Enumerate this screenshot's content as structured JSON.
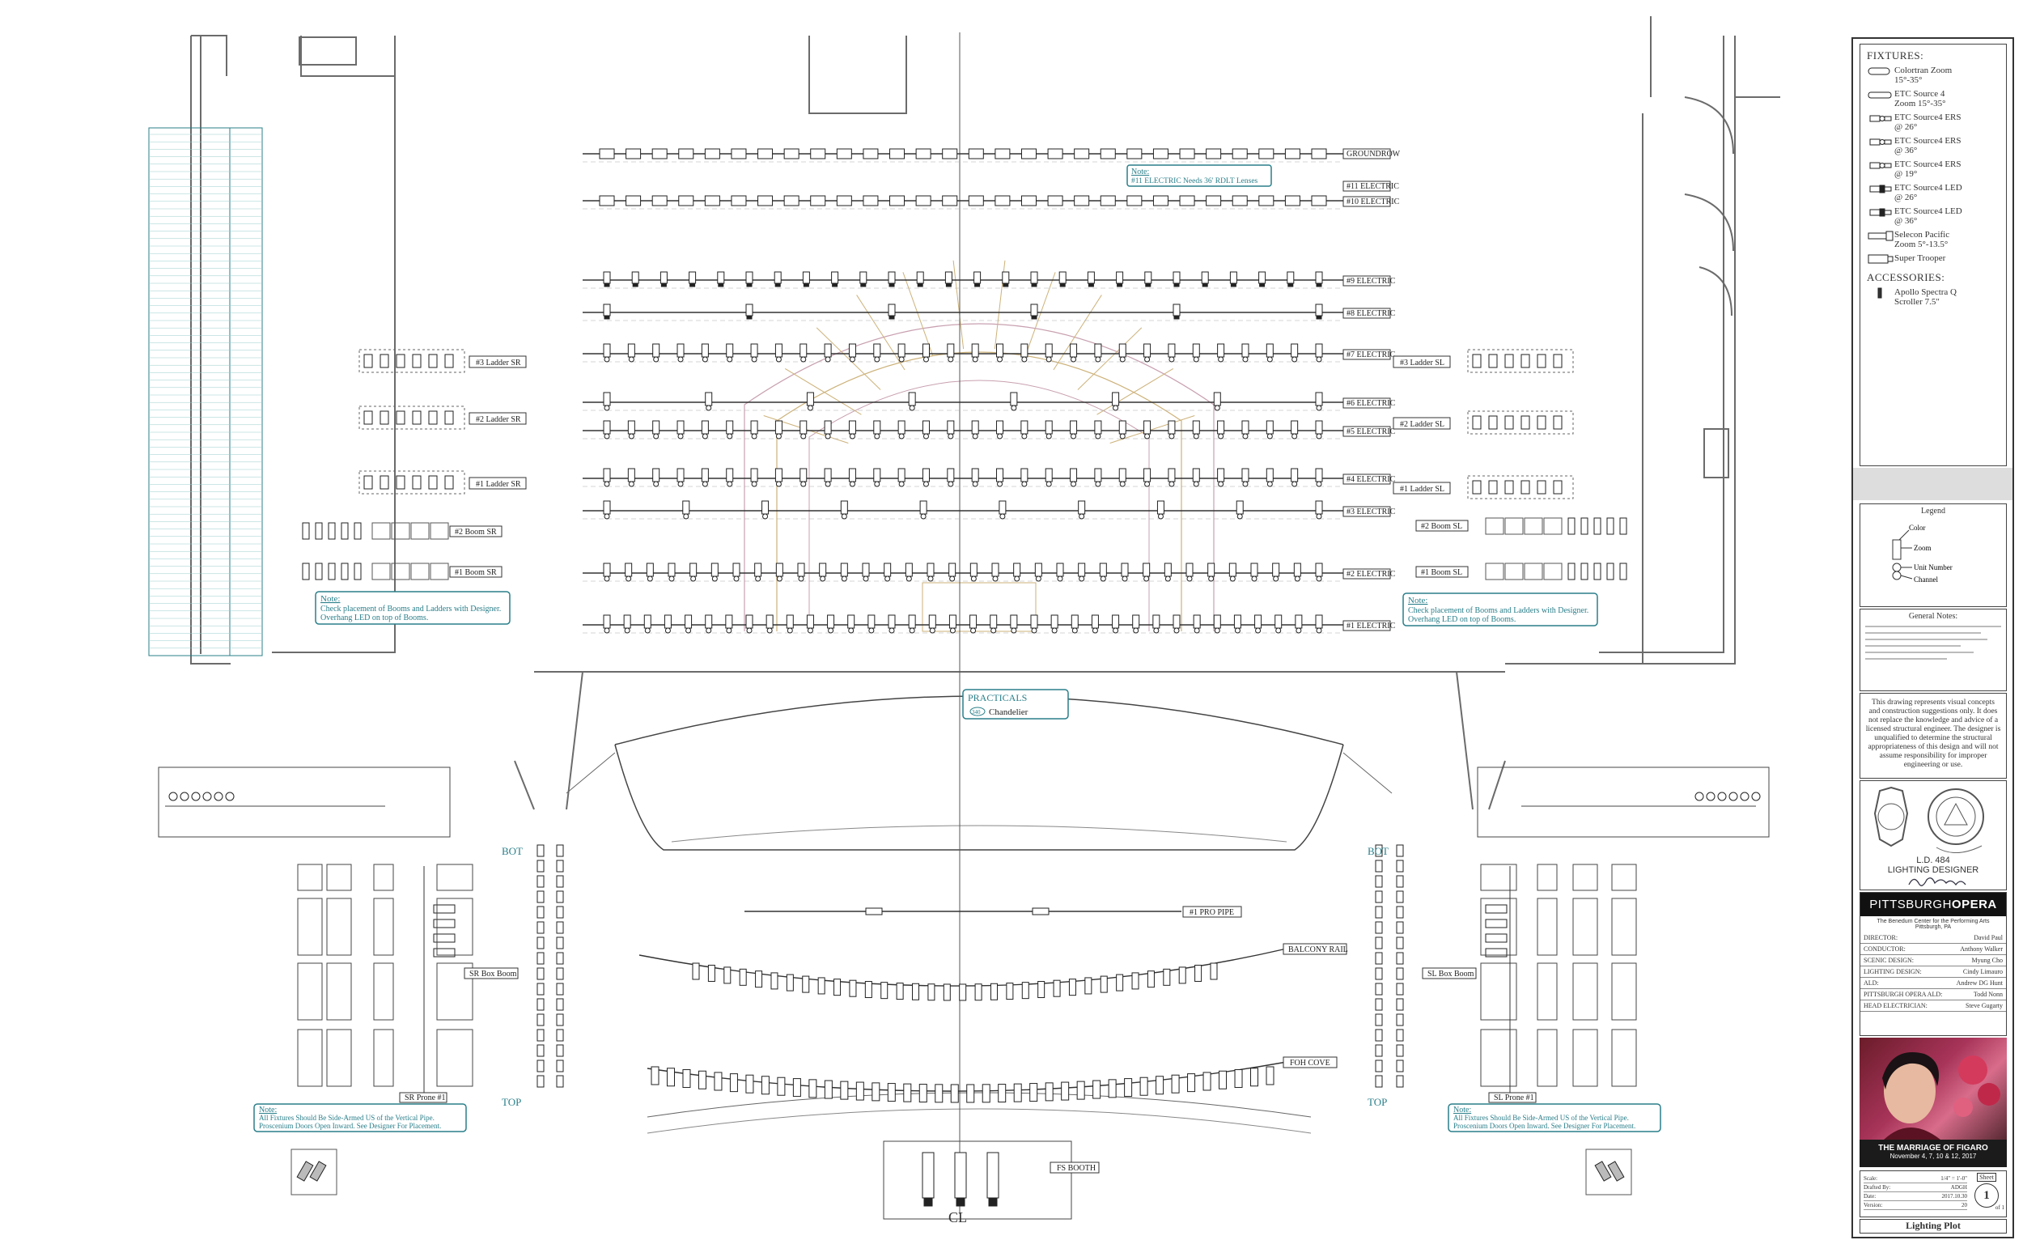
{
  "title_block": {
    "fixtures_heading": "FIXTURES:",
    "fixtures": [
      {
        "icon": "colortran-zoom-icon",
        "label": "Colortran Zoom\n15°-35°"
      },
      {
        "icon": "etc-source4-zoom-icon",
        "label": "ETC Source 4\nZoom 15°-35°"
      },
      {
        "icon": "etc-source4-ers-26-icon",
        "label": "ETC Source4 ERS\n@ 26°"
      },
      {
        "icon": "etc-source4-ers-36-icon",
        "label": "ETC Source4 ERS\n@ 36°"
      },
      {
        "icon": "etc-source4-ers-19-icon",
        "label": "ETC Source4 ERS\n@ 19°"
      },
      {
        "icon": "etc-source4-led-26-icon",
        "label": "ETC Source4 LED\n@ 26°"
      },
      {
        "icon": "etc-source4-led-36-icon",
        "label": "ETC Source4 LED\n@ 36°"
      },
      {
        "icon": "selecon-pacific-icon",
        "label": "Selecon Pacific\nZoom 5°-13.5°"
      },
      {
        "icon": "super-trooper-icon",
        "label": "Super Trooper"
      }
    ],
    "accessories_heading": "ACCESSORIES:",
    "accessories": [
      {
        "icon": "apollo-scroller-icon",
        "label": "Apollo Spectra Q\nScroller 7.5\""
      }
    ],
    "legend_heading": "Legend",
    "legend_items": [
      "Color",
      "Zoom",
      "Unit Number",
      "Channel"
    ],
    "general_notes_heading": "General Notes:",
    "disclaimer": "This drawing represents visual concepts and construction suggestions only. It does not replace the knowledge and advice of a licensed structural engineer. The designer is unqualified to determine the structural appropriateness of this design and will not assume responsibility for improper engineering or use.",
    "ld_number": "L.D. 484",
    "ld_role": "LIGHTING DESIGNER",
    "company": "PITTSBURGH OPERA",
    "company_part1": "PITTSBURGH",
    "company_part2": "OPERA",
    "venue": "The Benedum Center for the Performing Arts\nPittsburgh, PA",
    "credits": [
      {
        "role": "DIRECTOR:",
        "name": "David Paul"
      },
      {
        "role": "CONDUCTOR:",
        "name": "Anthony Walker"
      },
      {
        "role": "SCENIC DESIGN:",
        "name": "Myung Cho"
      },
      {
        "role": "LIGHTING DESIGN:",
        "name": "Cindy Limauro"
      },
      {
        "role": "ALD:",
        "name": "Andrew DG Hunt"
      },
      {
        "role": "PITTSBURGH OPERA ALD:",
        "name": "Todd Nonn"
      },
      {
        "role": "HEAD ELECTRICIAN:",
        "name": "Steve Gugarty"
      }
    ],
    "show_title": "THE MARRIAGE OF FIGARO",
    "show_dates": "November 4, 7, 10 & 12, 2017",
    "sheet_fields": [
      {
        "label": "Scale:",
        "value": "1/4\" = 1'-0\""
      },
      {
        "label": "Drafted By:",
        "value": "ADGH"
      },
      {
        "label": "Date:",
        "value": "2017.10.30"
      },
      {
        "label": "Version:",
        "value": "20"
      }
    ],
    "sheet_label": "Sheet",
    "sheet_number": "1",
    "sheet_of": "of 1",
    "drawing_title": "Lighting Plot"
  },
  "positions": {
    "groundrow": "GROUNDROW",
    "e11": "#11 ELECTRIC",
    "e10": "#10 ELECTRIC",
    "e9": "#9 ELECTRIC",
    "e8": "#8 ELECTRIC",
    "e7": "#7 ELECTRIC",
    "e6": "#6 ELECTRIC",
    "e5": "#5 ELECTRIC",
    "e4": "#4 ELECTRIC",
    "e3": "#3 ELECTRIC",
    "e2": "#2 ELECTRIC",
    "e1": "#1 ELECTRIC",
    "ladder_sr_3": "#3 Ladder SR",
    "ladder_sr_2": "#2 Ladder SR",
    "ladder_sr_1": "#1 Ladder SR",
    "ladder_sl_3": "#3 Ladder SL",
    "ladder_sl_2": "#2 Ladder SL",
    "ladder_sl_1": "#1 Ladder SL",
    "boom_sr_2": "#2 Boom SR",
    "boom_sr_1": "#1 Boom SR",
    "boom_sl_2": "#2 Boom SL",
    "boom_sl_1": "#1 Boom SL",
    "pro_pipe": "#1 PRO PIPE",
    "balcony_rail": "BALCONY RAIL",
    "fom_cove": "FOH COVE",
    "sr_box_boom": "SR Box Boom",
    "sl_box_boom": "SL Box Boom",
    "sr_prone": "SR Prone #1",
    "sl_prone": "SL Prone #1",
    "booth": "FS BOOTH"
  },
  "notes": {
    "e11_note_head": "Note:",
    "e11_note": "#11 ELECTRIC Needs 36' RDLT Lenses",
    "boom_note_head": "Note:",
    "boom_note_1": "Check placement of Booms and Ladders with Designer.",
    "boom_note_2": "Overhang LED on top of Booms.",
    "practicals_head": "PRACTICALS",
    "practicals_channel": "340",
    "practicals_item": "Chandelier",
    "house_note_head": "Note:",
    "house_note_1": "All Fixtures Should Be Side-Armed US of the Vertical Pipe.",
    "house_note_2": "Proscenium Doors Open Inward. See Designer For Placement.",
    "bot": "BOT",
    "top": "TOP",
    "centerline": "CL"
  },
  "colors": {
    "line": "#3a3a3a",
    "wall": "#6b6b6b",
    "teal": "#2a7f8a",
    "accent_pink": "#c8a0b0",
    "accent_gold": "#cdb27a"
  }
}
